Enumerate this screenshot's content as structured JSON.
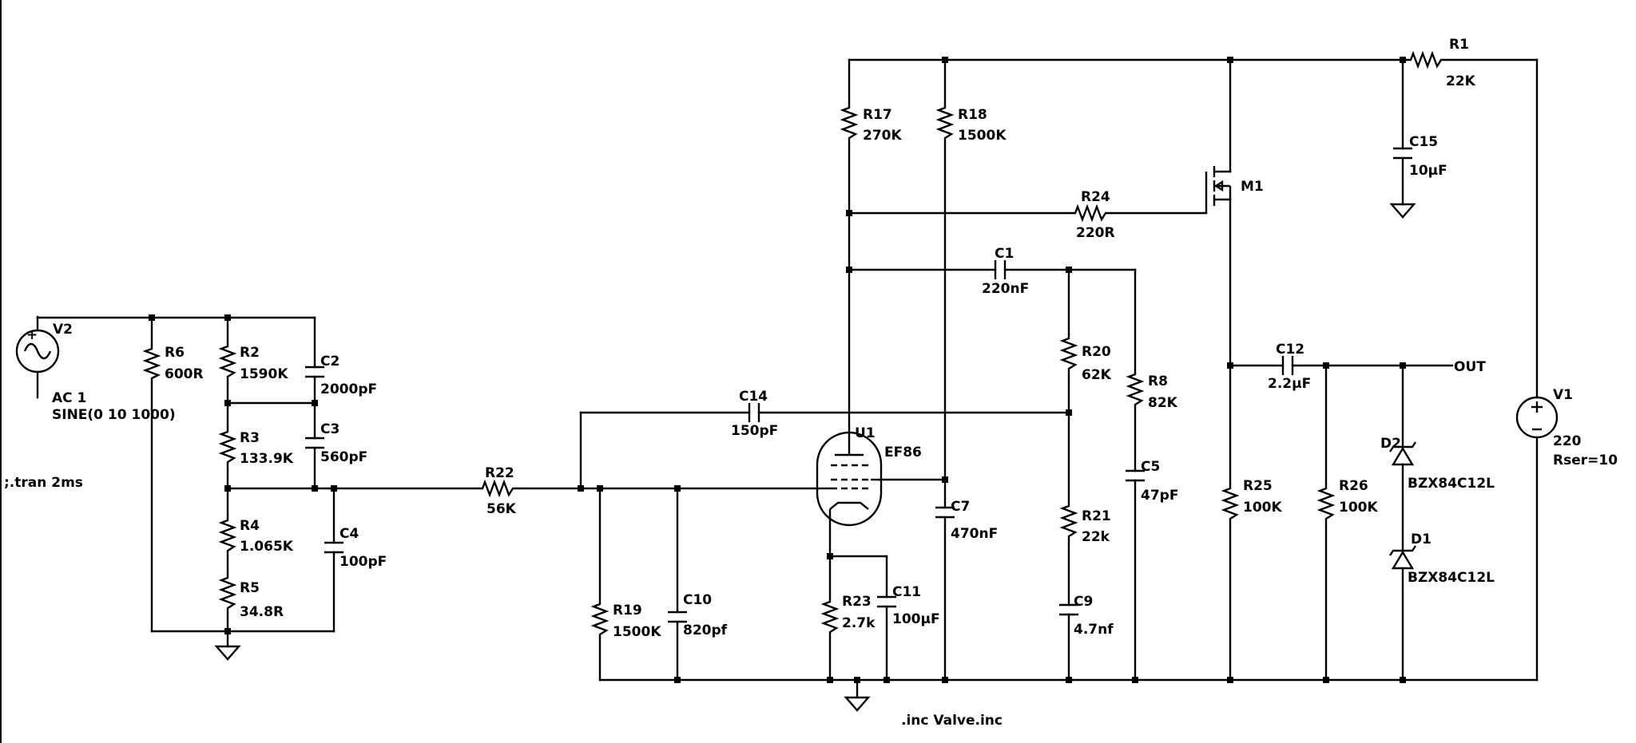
{
  "components": {
    "V2": {
      "ref": "V2",
      "value": "AC 1",
      "value2": "SINE(0 10 1000)"
    },
    "R6": {
      "ref": "R6",
      "value": "600R"
    },
    "R2": {
      "ref": "R2",
      "value": "1590K"
    },
    "C2": {
      "ref": "C2",
      "value": "2000pF"
    },
    "R3": {
      "ref": "R3",
      "value": "133.9K"
    },
    "C3": {
      "ref": "C3",
      "value": "560pF"
    },
    "R4": {
      "ref": "R4",
      "value": "1.065K"
    },
    "C4": {
      "ref": "C4",
      "value": "100pF"
    },
    "R5": {
      "ref": "R5",
      "value": "34.8R"
    },
    "R22": {
      "ref": "R22",
      "value": "56K"
    },
    "C14": {
      "ref": "C14",
      "value": "150pF"
    },
    "R19": {
      "ref": "R19",
      "value": "1500K"
    },
    "C10": {
      "ref": "C10",
      "value": "820pf"
    },
    "U1": {
      "ref": "U1",
      "value": "EF86"
    },
    "R23": {
      "ref": "R23",
      "value": "2.7k"
    },
    "C11": {
      "ref": "C11",
      "value": "100µF"
    },
    "C7": {
      "ref": "C7",
      "value": "470nF"
    },
    "R17": {
      "ref": "R17",
      "value": "270K"
    },
    "R18": {
      "ref": "R18",
      "value": "1500K"
    },
    "R24": {
      "ref": "R24",
      "value": "220R"
    },
    "C1": {
      "ref": "C1",
      "value": "220nF"
    },
    "R20": {
      "ref": "R20",
      "value": "62K"
    },
    "R21": {
      "ref": "R21",
      "value": "22k"
    },
    "C9": {
      "ref": "C9",
      "value": "4.7nf"
    },
    "R8": {
      "ref": "R8",
      "value": "82K"
    },
    "C5": {
      "ref": "C5",
      "value": "47pF"
    },
    "M1": {
      "ref": "M1"
    },
    "R1": {
      "ref": "R1",
      "value": "22K"
    },
    "C15": {
      "ref": "C15",
      "value": "10µF"
    },
    "C12": {
      "ref": "C12",
      "value": "2.2µF"
    },
    "R25": {
      "ref": "R25",
      "value": "100K"
    },
    "R26": {
      "ref": "R26",
      "value": "100K"
    },
    "D2": {
      "ref": "D2",
      "value": "BZX84C12L"
    },
    "D1": {
      "ref": "D1",
      "value": "BZX84C12L"
    },
    "V1": {
      "ref": "V1",
      "value": "220",
      "value2": "Rser=10"
    }
  },
  "net_labels": {
    "out": "OUT"
  },
  "directives": {
    "tran": ";.tran 2ms",
    "include": ".inc Valve.inc"
  }
}
